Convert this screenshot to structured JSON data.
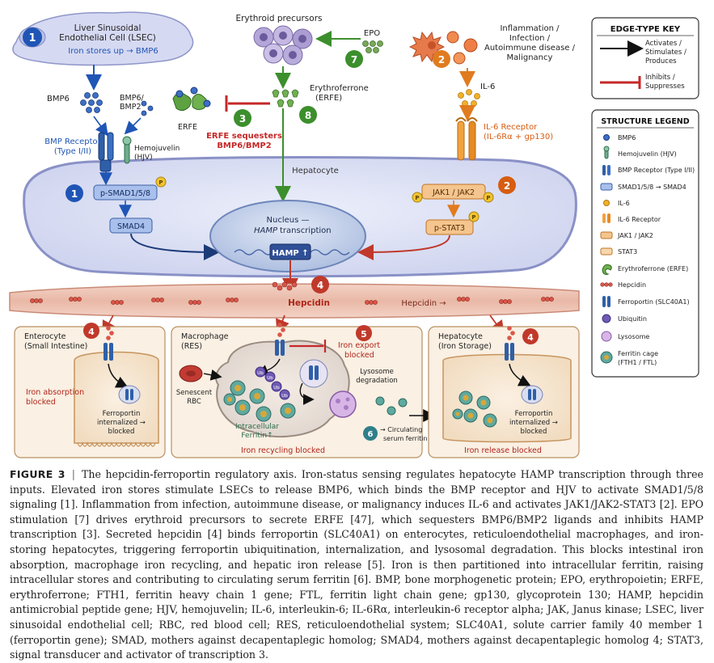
{
  "colors": {
    "activate": "#111111",
    "inhibit": "#c62828",
    "bmp": "#1f55b5",
    "erfe": "#3c8f2c",
    "il6": "#e07b1f",
    "hepcidin": "#c0392b",
    "ferroportin": "#2f5fa8",
    "cell_fill": "#dfe2f5",
    "nucleus_fill": "#cbd6ec",
    "panel_fill": "#f8ecdc"
  },
  "inputs": {
    "lsec": {
      "title_line1": "Liver Sinusoidal",
      "title_line2": "Endothelial Cell (LSEC)",
      "text": "Iron stores up → BMP6",
      "badge": "1"
    },
    "erythroid": {
      "title": "Erythroid precursors",
      "epo": "EPO",
      "badge_epo": "7",
      "erfe_name_line1": "Erythroferrone",
      "erfe_name_line2": "(ERFE)",
      "badge_erfe": "8",
      "erfe_bound_label": "ERFE",
      "badge_sequester": "3",
      "sequester_line1": "ERFE sequesters",
      "sequester_line2": "BMP6/BMP2"
    },
    "inflammation": {
      "line1": "Inflammation /",
      "line2": "Infection /",
      "line3": "Autoimmune disease /",
      "line4": "Malignancy",
      "badge": "2",
      "il6": "IL-6",
      "receptor_line1": "IL-6 Receptor",
      "receptor_line2": "(IL-6Rα + gp130)"
    }
  },
  "hepatocyte": {
    "title": "Hepatocyte",
    "bmp6": "BMP6",
    "bmp62_line1": "BMP6/",
    "bmp62_line2": "BMP2",
    "bmp_receptor_line1": "BMP Receptor",
    "bmp_receptor_line2": "(Type I/II)",
    "hjv_line1": "Hemojuvelin",
    "hjv_line2": "(HJV)",
    "psmad": "p-SMAD1/5/8",
    "smad4": "SMAD4",
    "badge_left": "1",
    "jak": "JAK1 / JAK2",
    "pstat3": "p-STAT3",
    "badge_right": "2",
    "p": "P",
    "nucleus_line1": "Nucleus —",
    "nucleus_line2": "HAMP",
    "nucleus_line3": "transcription",
    "hamp": "HAMP ↑"
  },
  "bloodstream": {
    "hepcidin": "Hepcidin",
    "hepcidin_arrow": "Hepcidin →",
    "badge": "4"
  },
  "panels": {
    "enterocyte": {
      "title_line1": "Enterocyte",
      "title_line2": "(Small Intestine)",
      "status_line1": "Iron absorption",
      "status_line2": "blocked",
      "internal_line1": "Ferroportin",
      "internal_line2": "internalized →",
      "internal_line3": "blocked",
      "badge": "4"
    },
    "macrophage": {
      "title_line1": "Macrophage",
      "title_line2": "(RES)",
      "badge_block": "5",
      "block_line1": "Iron export",
      "block_line2": "blocked",
      "rbc_line1": "Senescent",
      "rbc_line2": "RBC",
      "ferritin_line1": "Intracellular",
      "ferritin_line2": "Ferritin↑",
      "lyso_line1": "Lysosome",
      "lyso_line2": "degradation",
      "badge_serum": "6",
      "serum_line1": "→ Circulating",
      "serum_line2": "serum ferritin",
      "status": "Iron recycling blocked",
      "ub": "Ub"
    },
    "hepatocyte_storage": {
      "title_line1": "Hepatocyte",
      "title_line2": "(Iron Storage)",
      "badge": "4",
      "internal_line1": "Ferroportin",
      "internal_line2": "internalized →",
      "internal_line3": "blocked",
      "status": "Iron release blocked"
    }
  },
  "edge_key": {
    "title": "EDGE-TYPE KEY",
    "activates_line1": "Activates /",
    "activates_line2": "Stimulates /",
    "activates_line3": "Produces",
    "inhibits_line1": "Inhibits /",
    "inhibits_line2": "Suppresses"
  },
  "structure_legend": {
    "title": "STRUCTURE LEGEND",
    "items": [
      {
        "icon": "bmp6-dot",
        "label": "BMP6"
      },
      {
        "icon": "hemojuvelin",
        "label": "Hemojuvelin (HJV)"
      },
      {
        "icon": "bmp-receptor",
        "label": "BMP Receptor (Type I/II)"
      },
      {
        "icon": "smad-box",
        "label": "SMAD1/5/8 → SMAD4"
      },
      {
        "icon": "il6-dot",
        "label": "IL-6"
      },
      {
        "icon": "il6-receptor",
        "label": "IL-6 Receptor"
      },
      {
        "icon": "jak-box",
        "label": "JAK1 / JAK2"
      },
      {
        "icon": "stat3-box",
        "label": "STAT3"
      },
      {
        "icon": "erythroferrone",
        "label": "Erythroferrone (ERFE)"
      },
      {
        "icon": "hepcidin",
        "label": "Hepcidin"
      },
      {
        "icon": "ferroportin",
        "label": "Ferroportin (SLC40A1)"
      },
      {
        "icon": "ubiquitin",
        "label": "Ubiquitin"
      },
      {
        "icon": "lysosome",
        "label": "Lysosome"
      },
      {
        "icon": "ferritin-cage",
        "label_line1": "Ferritin cage",
        "label_line2": "(FTH1 / FTL)"
      }
    ]
  },
  "caption": {
    "label": "FIGURE 3",
    "separator": "|",
    "text": "The hepcidin-ferroportin regulatory axis. Iron-status sensing regulates hepatocyte HAMP transcription through three inputs. Elevated iron stores stimulate LSECs to release BMP6, which binds the BMP receptor and HJV to activate SMAD1/5/8 signaling [1]. Inflammation from infection, autoimmune disease, or malignancy induces IL-6 and activates JAK1/JAK2-STAT3 [2]. EPO stimulation [7] drives erythroid precursors to secrete ERFE [47], which sequesters BMP6/BMP2 ligands and inhibits HAMP transcription [3]. Secreted hepcidin [4] binds ferroportin (SLC40A1) on enterocytes, reticuloendothelial macrophages, and iron-storing hepatocytes, triggering ferroportin ubiquitination, internalization, and lysosomal degradation. This blocks intestinal iron absorption, macrophage iron recycling, and hepatic iron release [5]. Iron is then partitioned into intracellular ferritin, raising intracellular stores and contributing to circulating serum ferritin [6]. BMP, bone morphogenetic protein; EPO, erythropoietin; ERFE, erythroferrone; FTH1, ferritin heavy chain 1 gene; FTL, ferritin light chain gene; gp130, glycoprotein 130; HAMP, hepcidin antimicrobial peptide gene; HJV, hemojuvelin; IL-6, interleukin-6; IL-6Rα, interleukin-6 receptor alpha; JAK, Janus kinase; LSEC, liver sinusoidal endothelial cell; RBC, red blood cell; RES, reticuloendothelial system; SLC40A1, solute carrier family 40 member 1 (ferroportin gene); SMAD, mothers against decapentaplegic homolog; SMAD4, mothers against decapentaplegic homolog 4; STAT3, signal transducer and activator of transcription 3."
  }
}
